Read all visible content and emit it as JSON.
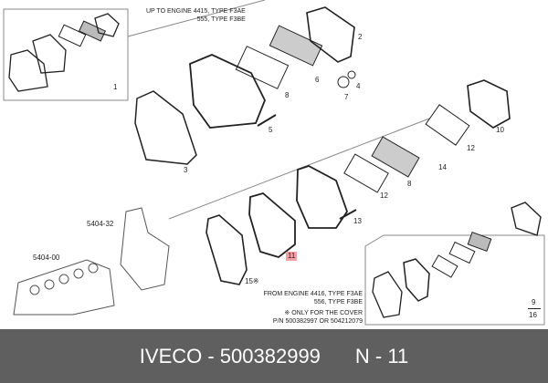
{
  "notes": {
    "top_line1": "UP TO ENGINE 4415, TYPE F3AE",
    "top_line2": "555, TYPE F3BE",
    "bottom_line1": "FROM ENGINE 4416, TYPE F3AE",
    "bottom_line2": "556, TYPE F3BE",
    "cover_line1": "※ ONLY FOR THE COVER",
    "cover_line2": "P/N 500382997 OR 504212079"
  },
  "callouts": {
    "c1": "1",
    "c2": "2",
    "c3": "3",
    "c4": "4",
    "c5": "5",
    "c6": "6",
    "c7": "7",
    "c8a": "8",
    "c8b": "8",
    "c9": "9",
    "c10": "10",
    "c11": "11",
    "c12a": "12",
    "c12b": "12",
    "c13": "13",
    "c14": "14",
    "c15": "15※",
    "c16": "16",
    "ref1": "5404-32",
    "ref2": "5404-00"
  },
  "highlight_color": "#f4a0a3",
  "footer": {
    "brand_part": "IVECO - 500382999",
    "page": "N - 11"
  }
}
